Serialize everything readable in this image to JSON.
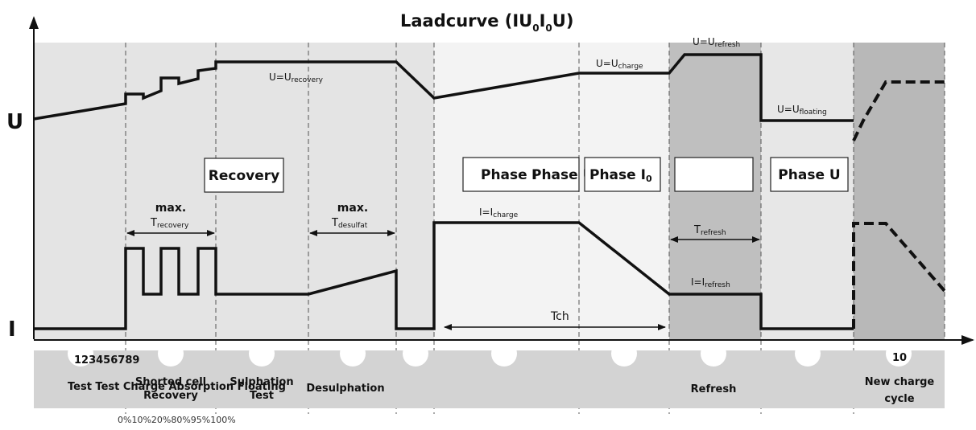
{
  "title": "Laadcurve (IU",
  "title_sub1": "0",
  "title_mid": "I",
  "title_sub2": "0",
  "title_end": "U)",
  "axis_labels": {
    "u": "U",
    "i": "I"
  },
  "boxes": {
    "recovery": "Recovery",
    "phase_i": "Phase I",
    "phase_u0": "Phase U",
    "phase_u0_sub": "0",
    "phase_i0": "Phase I",
    "phase_i0_sub": "0",
    "empty": "",
    "phase_u": "Phase U"
  },
  "voltage_labels": {
    "recovery_main": "U=U",
    "recovery_sub": "recovery",
    "charge_main": "U=U",
    "charge_sub": "charge",
    "refresh_main": "U=U",
    "refresh_sub": "refresh",
    "floating_main": "U=U",
    "floating_sub": "floating"
  },
  "current_labels": {
    "charge_main": "I=I",
    "charge_sub": "charge",
    "refresh_main": "I=I",
    "refresh_sub": "refresh"
  },
  "timers": {
    "max1": "max.",
    "trecovery_main": "T",
    "trecovery_sub": "recovery",
    "max2": "max.",
    "tdesulfat_main": "T",
    "tdesulfat_sub": "desulfat",
    "trefresh_main": "T",
    "trefresh_sub": "refresh",
    "tch": "Tch"
  },
  "step_numbers": "123456789",
  "step_ten": "10",
  "stages": {
    "test_row": "Test Test Charge Absorption Floating",
    "shorted_1": "Shorted cell",
    "shorted_2": "Recovery",
    "sulph_1": "Sulphation",
    "sulph_2": "Test",
    "desulphation": "Desulphation",
    "refresh": "Refresh",
    "new_1": "New charge",
    "new_2": "cycle"
  },
  "percentages": "0%10%20%80%95%100%",
  "colors": {
    "shade_light": "#e6e6e6",
    "shade_mid": "#dcdcdc",
    "shade_white": "#f4f4f4",
    "shade_dark": "#bdbdbd",
    "curve": "#111111",
    "bar": "#d3d3d3"
  }
}
